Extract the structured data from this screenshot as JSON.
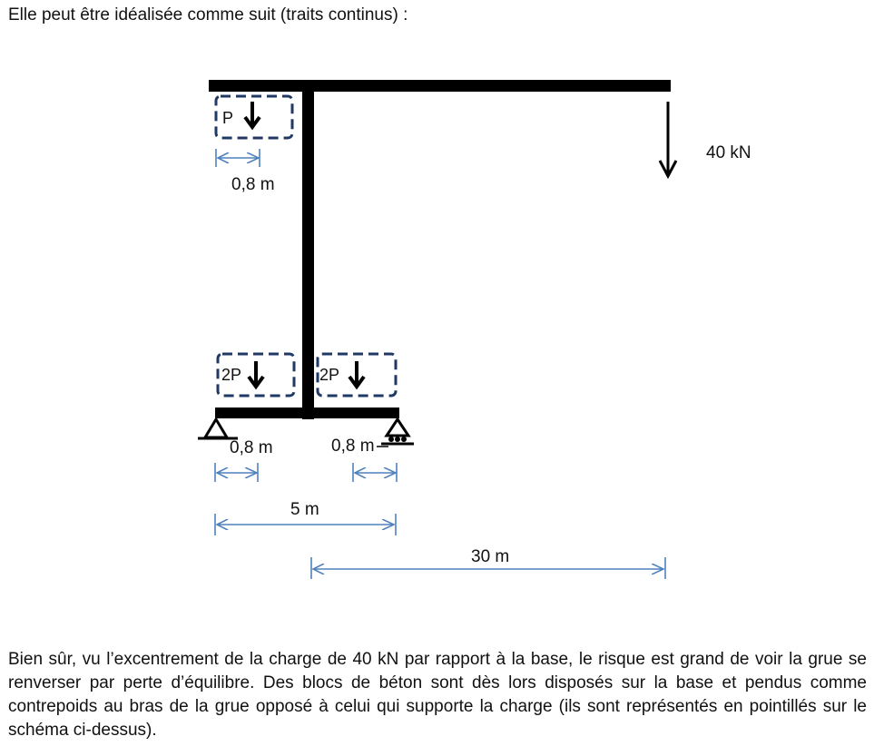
{
  "intro_text": "Elle peut être idéalisée comme suit (traits continus) :",
  "diagram": {
    "load_label": "40 kN",
    "block_top": {
      "label": "P",
      "width_label": "0,8 m"
    },
    "block_base_left": {
      "label": "2P",
      "width_label": "0,8 m"
    },
    "block_base_right": {
      "label": "2P",
      "width_label": "0,8 m"
    },
    "base_span_label": "5 m",
    "arm_span_label": "30 m"
  },
  "paragraph": "Bien sûr, vu l’excentrement de la charge de 40 kN par rapport à la base, le risque est grand de voir la grue se renverser par perte d’équilibre. Des blocs de béton sont dès lors disposés sur la base et pendus comme contrepoids au bras de la grue opposé à celui qui supporte la charge (ils sont représentés en pointillés sur le schéma ci-dessus).",
  "colors": {
    "structure": "#000000",
    "blocks_dashed": "#1F3864",
    "dimension_lines": "#4F81BD"
  }
}
